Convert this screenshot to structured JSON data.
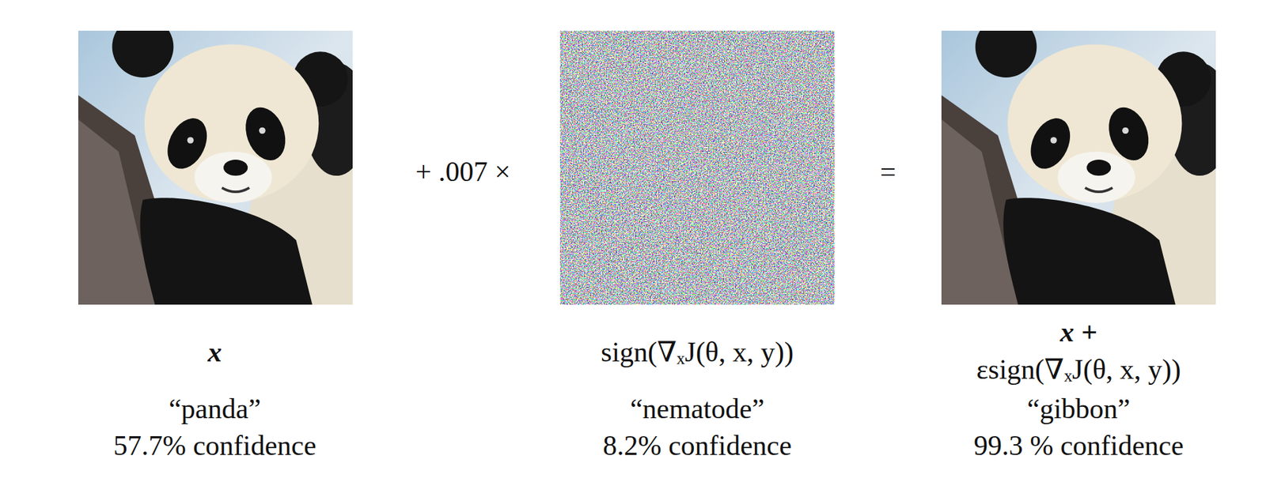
{
  "diagram": {
    "labels": [
      "+ .007 ×",
      "=",
      "x",
      "“panda”",
      "57.7% confidence",
      "sign(∇ₓJ(θ, x, y))",
      "“nematode”",
      "8.2% confidence",
      "x +",
      "εsign(∇ₓJ(θ, x, y))",
      "“gibbon”",
      "99.3 % confidence"
    ]
  }
}
